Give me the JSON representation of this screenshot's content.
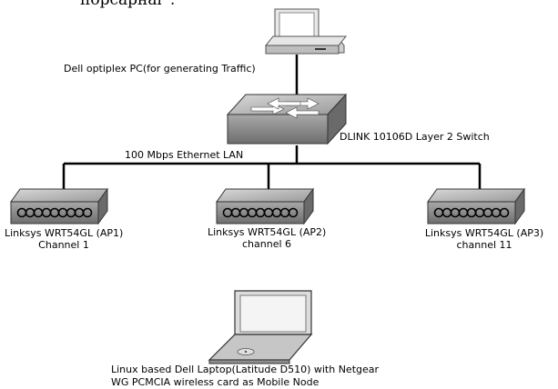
{
  "top_text": "порсарнаг   :",
  "pc": {
    "label": "Dell optiplex PC(for generating Traffic)"
  },
  "switch": {
    "label": "DLINK 10106D Layer 2 Switch"
  },
  "lan": {
    "label": "100 Mbps Ethernet LAN"
  },
  "access_points": [
    {
      "name": "Linksys WRT54GL (AP1)",
      "channel": "Channel 1"
    },
    {
      "name": "Linksys WRT54GL (AP2)",
      "channel": "channel 6"
    },
    {
      "name": "Linksys WRT54GL (AP3)",
      "channel": "channel 11"
    }
  ],
  "laptop": {
    "line1": "Linux based Dell Laptop(Latitude D510) with Netgear",
    "line2": "WG PCMCIA wireless card as Mobile Node"
  }
}
